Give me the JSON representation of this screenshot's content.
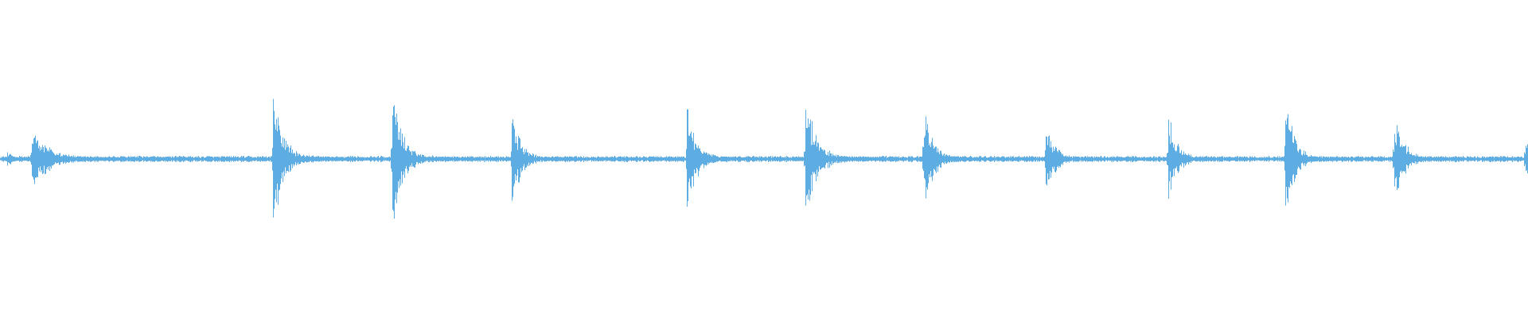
{
  "waveform": {
    "color": "#5dade2",
    "background": "#ffffff",
    "baseline_level": 0.012,
    "transients": [
      {
        "time": 0.0045,
        "peak": 0.055,
        "decay": 0.035
      },
      {
        "time": 0.0205,
        "peak": 0.21,
        "decay": 0.1
      },
      {
        "time": 0.1785,
        "peak": 0.51,
        "decay": 0.055
      },
      {
        "time": 0.2565,
        "peak": 0.48,
        "decay": 0.06
      },
      {
        "time": 0.335,
        "peak": 0.35,
        "decay": 0.05
      },
      {
        "time": 0.4495,
        "peak": 0.39,
        "decay": 0.055
      },
      {
        "time": 0.527,
        "peak": 0.48,
        "decay": 0.06
      },
      {
        "time": 0.6045,
        "peak": 0.42,
        "decay": 0.05
      },
      {
        "time": 0.6845,
        "peak": 0.29,
        "decay": 0.05
      },
      {
        "time": 0.7645,
        "peak": 0.34,
        "decay": 0.05
      },
      {
        "time": 0.8415,
        "peak": 0.43,
        "decay": 0.05
      },
      {
        "time": 0.9125,
        "peak": 0.37,
        "decay": 0.05
      },
      {
        "time": 0.9985,
        "peak": 0.23,
        "decay": 0.04
      }
    ]
  }
}
